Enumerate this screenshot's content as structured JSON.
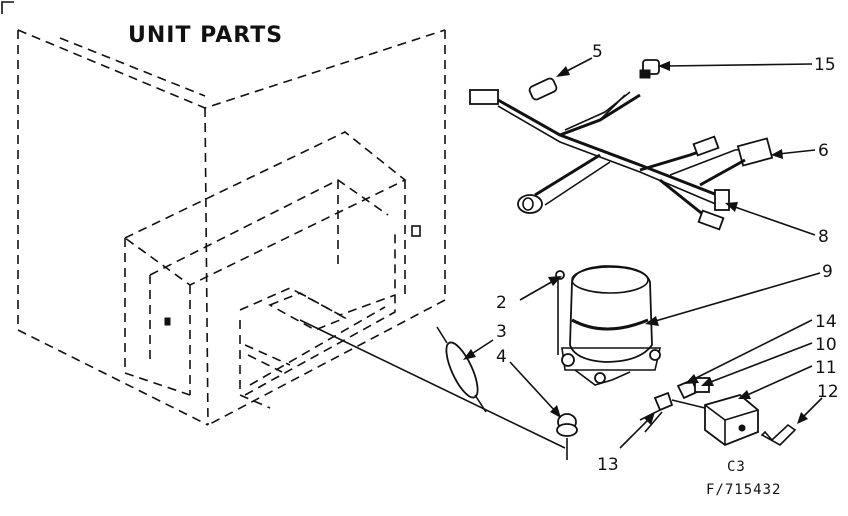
{
  "diagram": {
    "title": "UNIT PARTS",
    "callouts": [
      {
        "id": "5",
        "label": "5"
      },
      {
        "id": "15",
        "label": "15"
      },
      {
        "id": "6",
        "label": "6"
      },
      {
        "id": "8",
        "label": "8"
      },
      {
        "id": "9",
        "label": "9"
      },
      {
        "id": "2",
        "label": "2"
      },
      {
        "id": "3",
        "label": "3"
      },
      {
        "id": "4",
        "label": "4"
      },
      {
        "id": "14",
        "label": "14"
      },
      {
        "id": "10",
        "label": "10"
      },
      {
        "id": "11",
        "label": "11"
      },
      {
        "id": "12",
        "label": "12"
      },
      {
        "id": "13",
        "label": "13"
      }
    ],
    "drawing_code": "C3",
    "drawing_number": "F/715432"
  }
}
